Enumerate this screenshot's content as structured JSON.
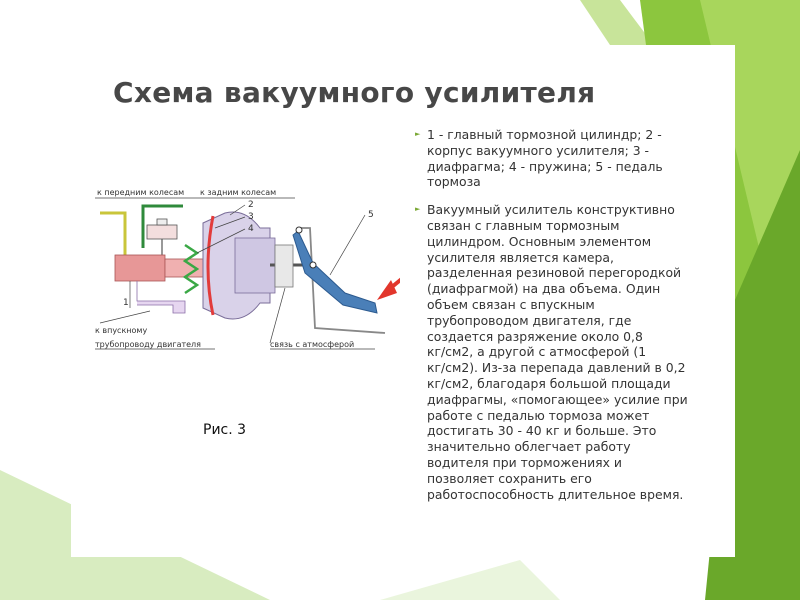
{
  "slide": {
    "title": "Схема вакуумного усилителя",
    "figure_caption": "Рис. 3"
  },
  "diagram": {
    "labels": {
      "front_wheels": "к передним колесам",
      "rear_wheels": "к задним колесам",
      "intake_line1": "к впускному",
      "intake_line2": "трубопроводу двигателя",
      "atmosphere": "связь с атмосферой",
      "n1": "1",
      "n2": "2",
      "n3": "3",
      "n4": "4",
      "n5": "5"
    }
  },
  "text": {
    "bullets": [
      {
        "icon": "triangle-bullet-icon",
        "lines": [
          "1 - главный тормозной цилиндр; 2 -",
          "корпус вакуумного усилителя; 3 -",
          "диафрагма; 4 - пружина; 5 - педаль",
          "тормоза"
        ]
      },
      {
        "icon": "triangle-bullet-icon",
        "lines": [
          "Вакуумный усилитель конструктивно",
          "связан с главным тормозным",
          "цилиндром. Основным элементом",
          "усилителя является камера,",
          "разделенная резиновой перегородкой",
          "(диафрагмой) на два объема. Один",
          "объем связан с впускным",
          "трубопроводом двигателя, где",
          "создается разряжение около 0,8",
          "кг/см2, а другой с атмосферой (1",
          "кг/см2). Из-за перепада давлений в 0,2",
          "кг/см2, благодаря большой площади",
          "диафрагмы, «помогающее» усилие при",
          "работе с педалью тормоза может",
          "достигать 30 - 40 кг и больше. Это",
          "значительно облегчает работу",
          "водителя при торможениях и",
          "позволяет сохранить его",
          "работоспособность длительное время."
        ]
      }
    ]
  },
  "colors": {
    "green_light": "#a8d65c",
    "green_mid": "#8cc63e",
    "green_dark": "#6aa82a",
    "title": "#474747",
    "cylinder": "#e79797",
    "housing": "#d9d2e9",
    "diaphragm": "#e23b3b",
    "spring": "#3aa845",
    "pedal": "#4a7fb8",
    "arrow": "#e2362c",
    "bullet": "#7aa834"
  }
}
